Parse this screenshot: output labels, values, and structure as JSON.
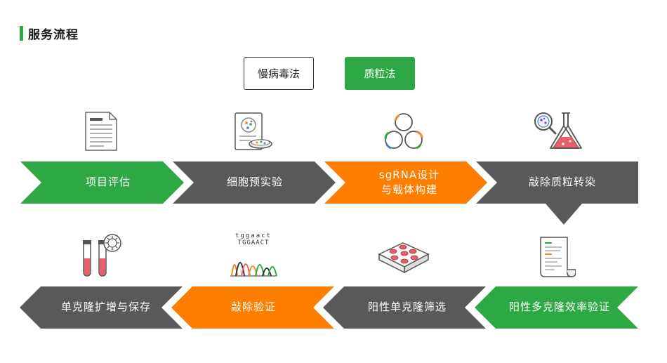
{
  "section": {
    "title": "服务流程"
  },
  "tabs": [
    {
      "label": "慢病毒法",
      "active": false
    },
    {
      "label": "质粒法",
      "active": true
    }
  ],
  "steps_row1": [
    {
      "label": "项目评估",
      "color": "#2ea844",
      "icon": "document-icon"
    },
    {
      "label": "细胞预实验",
      "color": "#58595b",
      "icon": "cell-report-icon"
    },
    {
      "label_line1": "sgRNA设计",
      "label_line2": "与载体构建",
      "color": "#ff7e00",
      "icon": "plasmid-rings-icon"
    },
    {
      "label": "敲除质粒转染",
      "color": "#58595b",
      "icon": "flask-icon"
    }
  ],
  "steps_row2": [
    {
      "label": "单克隆扩增与保存",
      "color": "#58595b",
      "icon": "tubes-icon"
    },
    {
      "label": "敲除验证",
      "color": "#ff7e00",
      "icon": "sequencing-icon"
    },
    {
      "label": "阳性单克隆筛选",
      "color": "#58595b",
      "icon": "well-plate-icon"
    },
    {
      "label": "阳性多克隆效率验证",
      "color": "#2ea844",
      "icon": "report-icon"
    }
  ],
  "sequence": {
    "top": "tggaact",
    "bottom": "TGGAACT"
  },
  "colors": {
    "green": "#2ea844",
    "gray": "#58595b",
    "orange": "#ff7e00"
  }
}
